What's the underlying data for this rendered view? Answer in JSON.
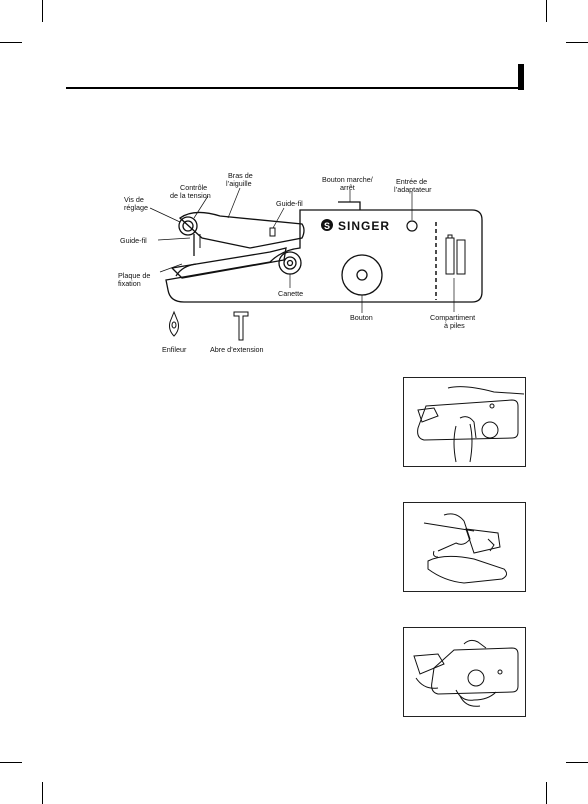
{
  "diagram": {
    "labels": {
      "vis_reglage": [
        "Vis de",
        "réglage"
      ],
      "controle_tension": [
        "Contrôle",
        "de la tension"
      ],
      "bras_aiguille": [
        "Bras de",
        "l’aiguille"
      ],
      "guide_fil_top": "Guide-fil",
      "bouton_marche": [
        "Bouton marche/",
        "arrêt"
      ],
      "entree_adaptateur": [
        "Entrée de",
        "l’adaptateur"
      ],
      "guide_fil_left": "Guide-fil",
      "plaque_fixation": [
        "Plaque de",
        "fixation"
      ],
      "canette": "Canette",
      "bouton": "Bouton",
      "compartiment_piles": [
        "Compartiment",
        "à piles"
      ],
      "enfileur": "Enfileur",
      "abre_extension": "Abre d’extension",
      "brand": "SINGER",
      "brand_icon": "S"
    }
  },
  "photos": [
    {
      "name": "hand-holding-machine-photo"
    },
    {
      "name": "threading-machine-photo"
    },
    {
      "name": "machine-in-hand-photo"
    }
  ]
}
